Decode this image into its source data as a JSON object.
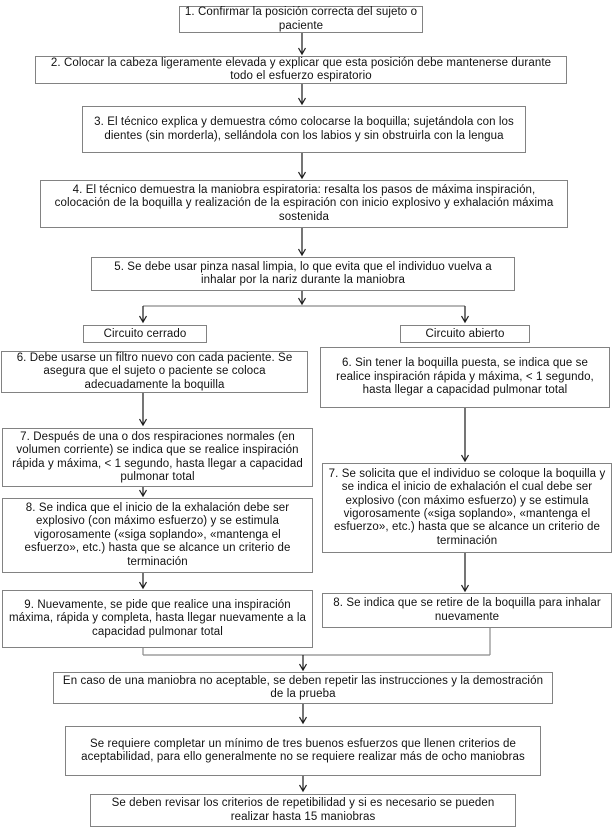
{
  "flowchart": {
    "title_semantic": "Procedimiento de maniobra espirometrica",
    "colors": {
      "background": "#ffffff",
      "box_border": "#828282",
      "arrow": "#1a1a1a",
      "connector": "#8a8a8a",
      "text": "#111111"
    },
    "top_steps": [
      "1. Confirmar la posición correcta del sujeto o paciente",
      "2. Colocar la cabeza ligeramente elevada y explicar que esta posición debe mantenerse durante todo el esfuerzo espiratorio",
      "3. El técnico explica y demuestra cómo colocarse la boquilla; sujetándola con los dientes (sin morderla), sellándola con los labios y sin obstruirla con la lengua",
      "4. El técnico demuestra la maniobra espiratoria: resalta los pasos de máxima inspiración, colocación de la boquilla y realización de la espiración con inicio explosivo y exhalación máxima sostenida",
      "5. Se debe usar pinza nasal limpia, lo que evita que el individuo vuelva a inhalar por la nariz durante la maniobra"
    ],
    "closed_circuit": {
      "label": "Circuito cerrado",
      "steps": [
        "6. Debe usarse un filtro nuevo con cada paciente. Se asegura que el sujeto o paciente se coloca adecuadamente la boquilla",
        "7. Después de una o dos respiraciones normales (en volumen corriente) se indica que se realice inspiración rápida y máxima, < 1 segundo, hasta llegar a capacidad pulmonar total",
        "8. Se indica que el inicio de la exhalación debe ser explosivo (con máximo esfuerzo) y se estimula vigorosamente («siga soplando», «mantenga el esfuerzo», etc.) hasta que se alcance un criterio de terminación",
        "9. Nuevamente, se pide que realice una inspiración máxima, rápida y completa, hasta llegar nuevamente a la capacidad pulmonar total"
      ]
    },
    "open_circuit": {
      "label": "Circuito abierto",
      "steps": [
        "6. Sin tener la boquilla puesta, se indica que se realice inspiración rápida y máxima, < 1 segundo, hasta llegar a capacidad pulmonar total",
        "7. Se solicita que el individuo se coloque la boquilla y se indica el inicio de exhalación el cual debe ser explosivo (con máximo esfuerzo) y se estimula vigorosamente («siga soplando», «mantenga el esfuerzo», etc.) hasta que se alcance un criterio de terminación",
        "8. Se indica que se retire de la boquilla para inhalar nuevamente"
      ]
    },
    "final_steps": [
      "En caso de una maniobra no aceptable, se deben repetir las instrucciones y la demostración de la prueba",
      "Se requiere completar un mínimo de tres buenos esfuerzos que llenen criterios de aceptabilidad, para ello generalmente no se requiere realizar más de ocho maniobras",
      "Se deben revisar los criterios de repetibilidad y si es necesario se pueden realizar hasta 15 maniobras"
    ]
  }
}
